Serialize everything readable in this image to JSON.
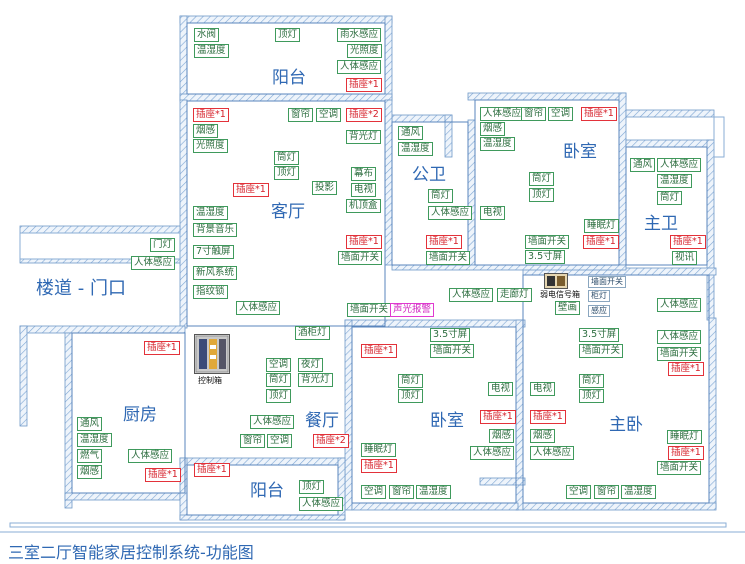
{
  "title": "三室二厅智能家居控制系统-功能图",
  "rooms": [
    {
      "id": "balcony_top",
      "label": "阳台"
    },
    {
      "id": "living",
      "label": "客厅"
    },
    {
      "id": "bath_public",
      "label": "公卫"
    },
    {
      "id": "bedroom_top",
      "label": "卧室"
    },
    {
      "id": "bath_master",
      "label": "主卫"
    },
    {
      "id": "corridor",
      "label": "楼道 - 门口"
    },
    {
      "id": "kitchen",
      "label": "厨房"
    },
    {
      "id": "dining",
      "label": "餐厅"
    },
    {
      "id": "bedroom_mid",
      "label": "卧室"
    },
    {
      "id": "master_bedroom",
      "label": "主卧"
    },
    {
      "id": "balcony_bottom",
      "label": "阳台"
    }
  ],
  "devices": [
    {
      "label": "水阀",
      "type": "normal"
    },
    {
      "label": "顶灯",
      "type": "normal"
    },
    {
      "label": "雨水感应",
      "type": "normal"
    },
    {
      "label": "温湿度",
      "type": "normal"
    },
    {
      "label": "光照度",
      "type": "normal"
    },
    {
      "label": "人体感应",
      "type": "normal"
    },
    {
      "label": "插座*1",
      "type": "socket"
    },
    {
      "label": "插座*1",
      "type": "socket"
    },
    {
      "label": "窗帘",
      "type": "normal"
    },
    {
      "label": "空调",
      "type": "normal"
    },
    {
      "label": "插座*2",
      "type": "socket"
    },
    {
      "label": "烟感",
      "type": "normal"
    },
    {
      "label": "光照度",
      "type": "normal"
    },
    {
      "label": "背光灯",
      "type": "normal"
    },
    {
      "label": "筒灯",
      "type": "normal"
    },
    {
      "label": "顶灯",
      "type": "normal"
    },
    {
      "label": "幕布",
      "type": "normal"
    },
    {
      "label": "投影",
      "type": "normal"
    },
    {
      "label": "插座*1",
      "type": "socket"
    },
    {
      "label": "电视",
      "type": "normal"
    },
    {
      "label": "机顶盒",
      "type": "normal"
    },
    {
      "label": "温湿度",
      "type": "normal"
    },
    {
      "label": "背景音乐",
      "type": "normal"
    },
    {
      "label": "插座*1",
      "type": "socket"
    },
    {
      "label": "7寸触屏",
      "type": "normal"
    },
    {
      "label": "墙面开关",
      "type": "normal"
    },
    {
      "label": "新风系统",
      "type": "normal"
    },
    {
      "label": "指纹锁",
      "type": "normal"
    },
    {
      "label": "人体感应",
      "type": "normal"
    },
    {
      "label": "门灯",
      "type": "normal"
    },
    {
      "label": "人体感应",
      "type": "normal"
    },
    {
      "label": "通风",
      "type": "normal"
    },
    {
      "label": "温湿度",
      "type": "normal"
    },
    {
      "label": "筒灯",
      "type": "normal"
    },
    {
      "label": "人体感应",
      "type": "normal"
    },
    {
      "label": "插座*1",
      "type": "socket"
    },
    {
      "label": "墙面开关",
      "type": "normal"
    },
    {
      "label": "人体感应",
      "type": "normal"
    },
    {
      "label": "窗帘",
      "type": "normal"
    },
    {
      "label": "空调",
      "type": "normal"
    },
    {
      "label": "插座*1",
      "type": "socket"
    },
    {
      "label": "烟感",
      "type": "normal"
    },
    {
      "label": "温湿度",
      "type": "normal"
    },
    {
      "label": "筒灯",
      "type": "normal"
    },
    {
      "label": "顶灯",
      "type": "normal"
    },
    {
      "label": "电视",
      "type": "normal"
    },
    {
      "label": "睡眠灯",
      "type": "normal"
    },
    {
      "label": "墙面开关",
      "type": "normal"
    },
    {
      "label": "插座*1",
      "type": "socket"
    },
    {
      "label": "3.5寸屏",
      "type": "normal"
    },
    {
      "label": "通风",
      "type": "normal"
    },
    {
      "label": "人体感应",
      "type": "normal"
    },
    {
      "label": "温湿度",
      "type": "normal"
    },
    {
      "label": "筒灯",
      "type": "normal"
    },
    {
      "label": "插座*1",
      "type": "socket"
    },
    {
      "label": "视讯",
      "type": "normal"
    },
    {
      "label": "人体感应",
      "type": "normal"
    },
    {
      "label": "走廊灯",
      "type": "normal"
    },
    {
      "label": "墙面开关",
      "type": "normal"
    },
    {
      "label": "声光报警",
      "type": "alarm"
    },
    {
      "label": "壁画",
      "type": "normal"
    },
    {
      "label": "墙面开关",
      "type": "small"
    },
    {
      "label": "柜灯",
      "type": "small"
    },
    {
      "label": "感应",
      "type": "small"
    },
    {
      "label": "人体感应",
      "type": "normal"
    },
    {
      "label": "插座*1",
      "type": "socket"
    },
    {
      "label": "酒柜灯",
      "type": "normal"
    },
    {
      "label": "空调",
      "type": "normal"
    },
    {
      "label": "夜灯",
      "type": "normal"
    },
    {
      "label": "筒灯",
      "type": "normal"
    },
    {
      "label": "背光灯",
      "type": "normal"
    },
    {
      "label": "顶灯",
      "type": "normal"
    },
    {
      "label": "人体感应",
      "type": "normal"
    },
    {
      "label": "窗帘",
      "type": "normal"
    },
    {
      "label": "空调",
      "type": "normal"
    },
    {
      "label": "插座*2",
      "type": "socket"
    },
    {
      "label": "通风",
      "type": "normal"
    },
    {
      "label": "温湿度",
      "type": "normal"
    },
    {
      "label": "燃气",
      "type": "normal"
    },
    {
      "label": "烟感",
      "type": "normal"
    },
    {
      "label": "人体感应",
      "type": "normal"
    },
    {
      "label": "插座*1",
      "type": "socket"
    },
    {
      "label": "插座*1",
      "type": "socket"
    },
    {
      "label": "顶灯",
      "type": "normal"
    },
    {
      "label": "人体感应",
      "type": "normal"
    },
    {
      "label": "插座*1",
      "type": "socket"
    },
    {
      "label": "3.5寸屏",
      "type": "normal"
    },
    {
      "label": "墙面开关",
      "type": "normal"
    },
    {
      "label": "筒灯",
      "type": "normal"
    },
    {
      "label": "顶灯",
      "type": "normal"
    },
    {
      "label": "电视",
      "type": "normal"
    },
    {
      "label": "插座*1",
      "type": "socket"
    },
    {
      "label": "烟感",
      "type": "normal"
    },
    {
      "label": "人体感应",
      "type": "normal"
    },
    {
      "label": "睡眠灯",
      "type": "normal"
    },
    {
      "label": "插座*1",
      "type": "socket"
    },
    {
      "label": "空调",
      "type": "normal"
    },
    {
      "label": "窗帘",
      "type": "normal"
    },
    {
      "label": "温湿度",
      "type": "normal"
    },
    {
      "label": "3.5寸屏",
      "type": "normal"
    },
    {
      "label": "墙面开关",
      "type": "normal"
    },
    {
      "label": "筒灯",
      "type": "normal"
    },
    {
      "label": "顶灯",
      "type": "normal"
    },
    {
      "label": "电视",
      "type": "normal"
    },
    {
      "label": "插座*1",
      "type": "socket"
    },
    {
      "label": "烟感",
      "type": "normal"
    },
    {
      "label": "人体感应",
      "type": "normal"
    },
    {
      "label": "空调",
      "type": "normal"
    },
    {
      "label": "窗帘",
      "type": "normal"
    },
    {
      "label": "温湿度",
      "type": "normal"
    },
    {
      "label": "人体感应",
      "type": "normal"
    },
    {
      "label": "墙面开关",
      "type": "normal"
    },
    {
      "label": "插座*1",
      "type": "socket"
    },
    {
      "label": "睡眠灯",
      "type": "normal"
    },
    {
      "label": "插座*1",
      "type": "socket"
    },
    {
      "label": "墙面开关",
      "type": "normal"
    }
  ],
  "control_box_label": "控制箱",
  "weak_box_label": "弱电信号箱",
  "colors": {
    "wall": "#8aaed6",
    "room_text": "#2f68b3",
    "device": "#3f9a5c",
    "socket": "#e3323a",
    "alarm": "#e03ad0"
  }
}
